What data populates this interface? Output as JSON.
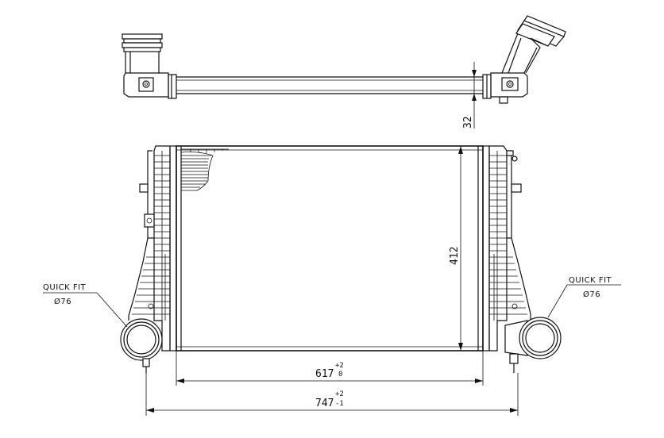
{
  "annotations": {
    "left": {
      "title": "QUICK FIT",
      "diameter": "Ø76"
    },
    "right": {
      "title": "QUICK FIT",
      "diameter": "Ø76"
    }
  },
  "dimensions": {
    "tube_height": "32",
    "core_height": "412",
    "core_width": {
      "value": "617",
      "upper_tol": "+2",
      "lower_tol": "0"
    },
    "overall_width": {
      "value": "747",
      "upper_tol": "+2",
      "lower_tol": "-1"
    }
  },
  "colors": {
    "line": "#111111",
    "background": "#ffffff"
  }
}
